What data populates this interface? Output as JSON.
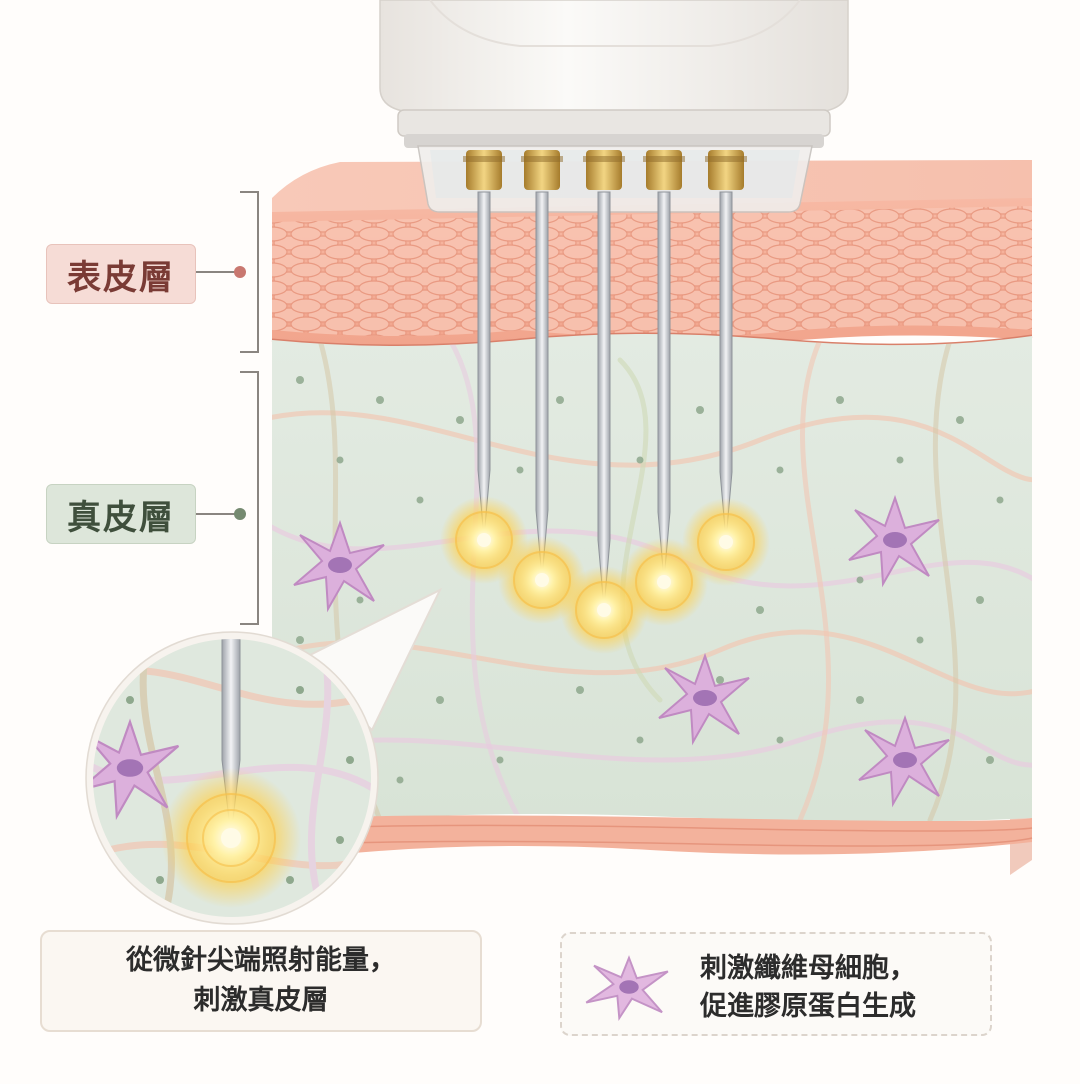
{
  "layers": {
    "epidermis": "表皮層",
    "dermis": "真皮層"
  },
  "captions": {
    "energy": {
      "line1": "從微針尖端照射能量，",
      "line2": "刺激真皮層"
    },
    "fibroblast": {
      "line1": "刺激纖維母細胞，",
      "line2": "促進膠原蛋白生成"
    }
  },
  "colors": {
    "epidermis": "#f4b5a0",
    "dermis": "#dfe8df",
    "energy_glow": "#ffd04a",
    "fibroblast": "#d9a8d8",
    "needle": "#c9ccd2",
    "device": "#f3f0ec",
    "connector": "#c9a24a"
  },
  "icons": {
    "fibroblast": "fibroblast-cell-icon",
    "energy": "energy-glow-icon"
  }
}
